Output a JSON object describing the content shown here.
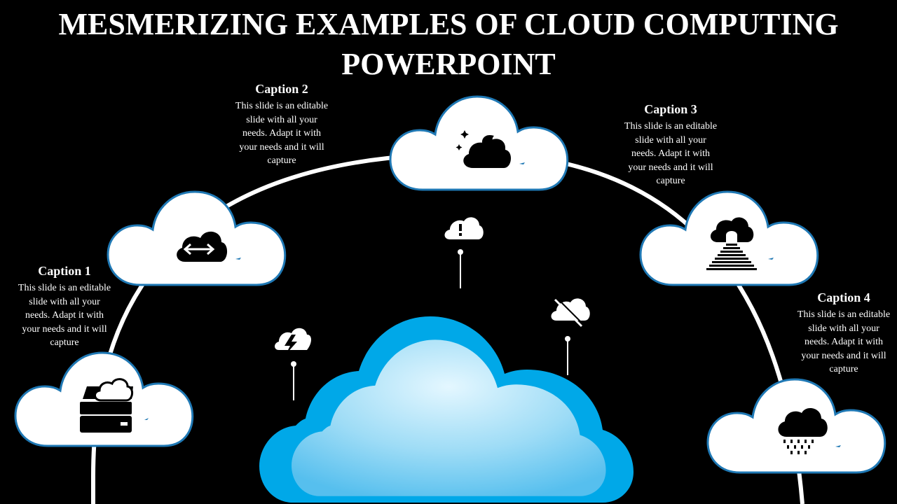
{
  "slide": {
    "title_line1": "MESMERIZING EXAMPLES OF CLOUD COMPUTING",
    "title_line2": "POWERPOINT"
  },
  "captions": [
    {
      "title": "Caption 1",
      "text": "This slide is an editable slide with all your needs. Adapt it with your needs and it will capture"
    },
    {
      "title": "Caption 2",
      "text": "This slide is an editable slide with all your needs. Adapt it with your needs and it will capture"
    },
    {
      "title": "Caption 3",
      "text": "This slide is an editable slide with all your needs. Adapt it with your needs and it will capture"
    },
    {
      "title": "Caption 4",
      "text": "This slide is an editable slide with all your needs. Adapt it with your needs and it will capture"
    }
  ],
  "icons": {
    "cloud_1": "cloud-server-icon",
    "cloud_2": "cloud-transfer-arrows-icon",
    "cloud_3": "cloud-moon-stars-icon",
    "cloud_4": "cloud-stairs-icon",
    "cloud_5": "cloud-rain-icon",
    "pin_left": "cloud-lightning-icon",
    "pin_center": "cloud-alert-icon",
    "pin_right": "cloud-off-icon"
  },
  "colors": {
    "background": "#000000",
    "text": "#ffffff",
    "cloud_outline": "#1f78b4",
    "central_cloud": "#00a8e8",
    "central_cloud_inner": "#8ad6f5",
    "arc": "#ffffff"
  }
}
